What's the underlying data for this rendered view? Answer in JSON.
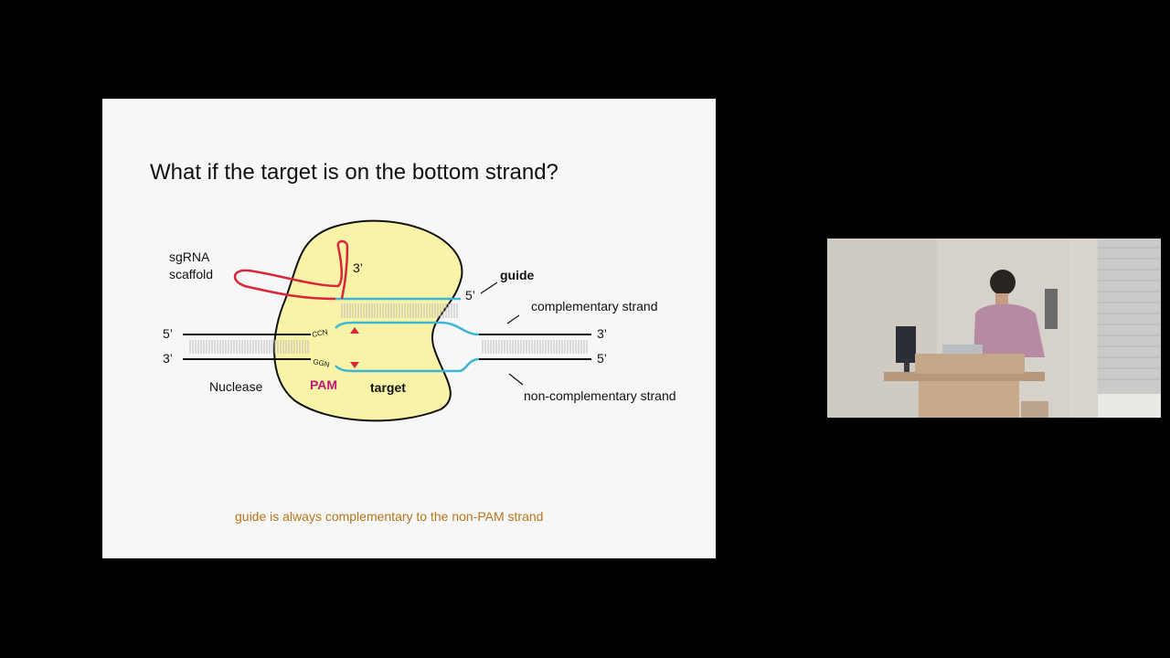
{
  "slide": {
    "title": "What if the target is on the bottom strand?",
    "footnote": "guide is always complementary to the non-PAM strand",
    "footnote_color": "#b8741a",
    "labels": {
      "sgrna_line1": "sgRNA",
      "sgrna_line2": "scaffold",
      "three_prime_rna": "3’",
      "guide": "guide",
      "guide_five_prime": "5’",
      "complementary_strand": "complementary strand",
      "non_complementary_strand": "non-complementary strand",
      "top_left_end": "5’",
      "bottom_left_end": "3’",
      "top_right_end": "3’",
      "bottom_right_end": "5’",
      "ccn": "CCN",
      "ggn": "GGN",
      "nuclease": "Nuclease",
      "pam": "PAM",
      "target": "target"
    },
    "colors": {
      "nuclease_fill": "#f9f3a8",
      "scaffold_rna": "#d8263a",
      "guide_rna": "#3cb6d8",
      "pam_text": "#c2157a",
      "cut_marker": "#d8263a",
      "dna": "#111111"
    }
  },
  "camera_feed": {
    "description_icon": "presenter-video-icon"
  }
}
